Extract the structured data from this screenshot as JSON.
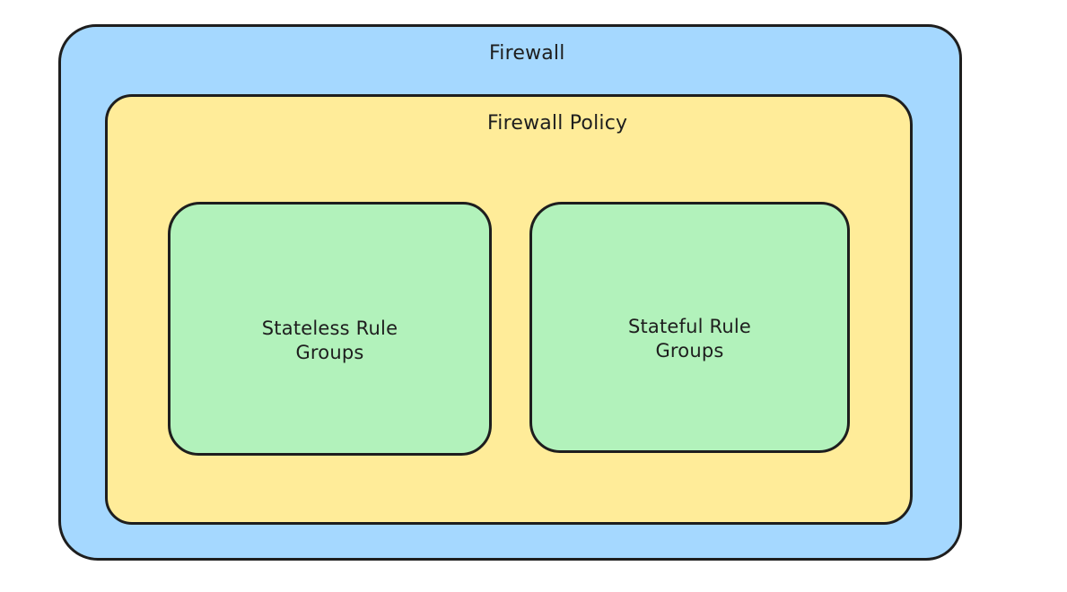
{
  "page": {
    "background": "#ffffff"
  },
  "diagram": {
    "stroke": "#1e1e1e",
    "text_color": "#1e1e1e",
    "firewall": {
      "label": "Firewall",
      "fill": "#a5d8ff"
    },
    "policy": {
      "label": "Firewall Policy",
      "fill": "#ffec99"
    },
    "stateless": {
      "label": "Stateless Rule\nGroups",
      "fill": "#b2f2bb"
    },
    "stateful": {
      "label": "Stateful Rule\nGroups",
      "fill": "#b2f2bb"
    }
  }
}
